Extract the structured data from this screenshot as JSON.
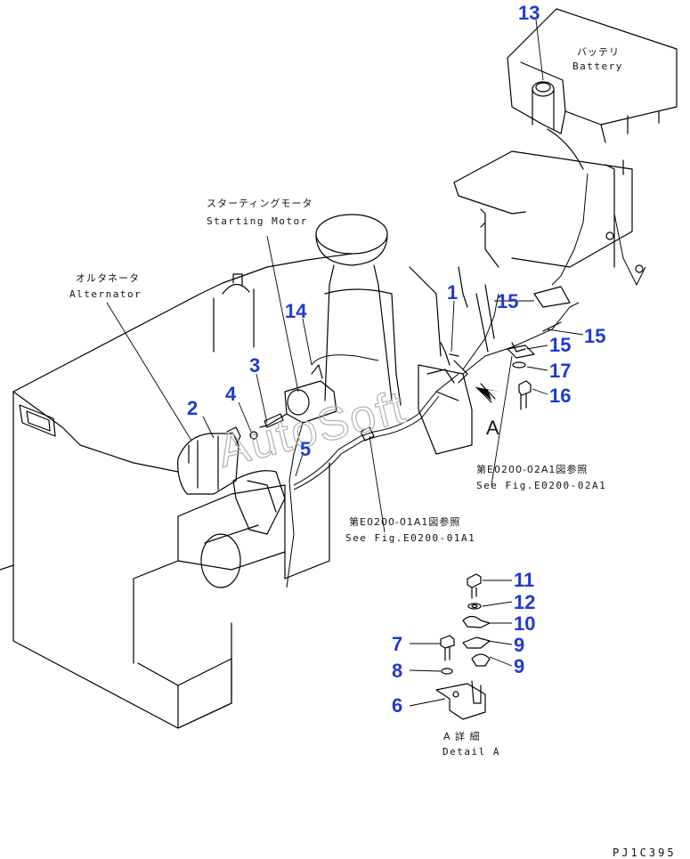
{
  "labels": {
    "battery_jp": "バッテリ",
    "battery_en": "Battery",
    "starter_jp": "スターティングモータ",
    "starter_en": "Starting Motor",
    "alternator_jp": "オルタネータ",
    "alternator_en": "Alternator",
    "ref1_jp": "第E0200-02A1図参照",
    "ref1_en": "See Fig.E0200-02A1",
    "ref2_jp": "第E0200-01A1図参照",
    "ref2_en": "See Fig.E0200-01A1",
    "detail_jp": "A 詳 細",
    "detail_en": "Detail A",
    "view_letter": "A",
    "drawing_code": "PJ1C395",
    "watermark": "AutoSoft"
  },
  "callouts": {
    "n1": "1",
    "n2": "2",
    "n3": "3",
    "n4": "4",
    "n5": "5",
    "n6": "6",
    "n7": "7",
    "n8": "8",
    "n9a": "9",
    "n9b": "9",
    "n10": "10",
    "n11": "11",
    "n12": "12",
    "n13": "13",
    "n14": "14",
    "n15a": "15",
    "n15b": "15",
    "n15c": "15",
    "n16": "16",
    "n17": "17"
  }
}
